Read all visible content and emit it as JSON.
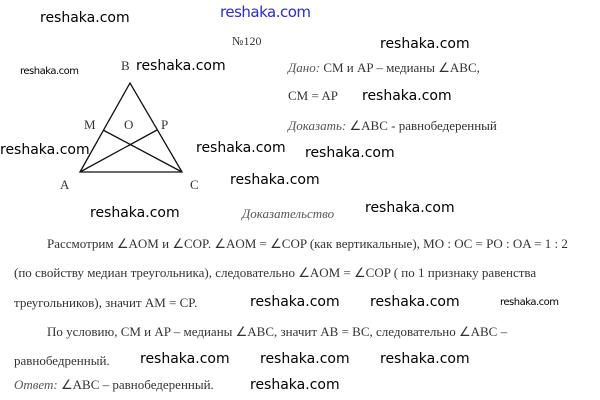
{
  "problem_number": "№120",
  "figure": {
    "labels": {
      "A": "A",
      "B": "B",
      "C": "C",
      "M": "M",
      "O": "O",
      "P": "P"
    }
  },
  "given": {
    "label": "Дано:",
    "text": "CM и AP – медианы ∠ABC,",
    "line2": "CM = AP"
  },
  "prove": {
    "label": "Доказать:",
    "text": "∠ABC - равнобедеренный"
  },
  "proof_heading": "Доказательство",
  "proof_lines": [
    "Рассмотрим ∠AOM и ∠COP. ∠AOM = ∠COP (как вертикальные), MO : OC = PO : OA = 1 : 2",
    "(по свойству медиан треугольника), следовательно ∠AOM = ∠COP ( по 1 признаку равенства",
    "треугольников), значит AM = CP.",
    "По условию, CM и AP – медианы ∠ABC, значит AB = BC, следовательно ∠ABC –",
    "равнобедренный."
  ],
  "answer": {
    "label": "Ответ:",
    "text": "∠ABC – равнобедеренный."
  },
  "watermark": "reshaka.com"
}
